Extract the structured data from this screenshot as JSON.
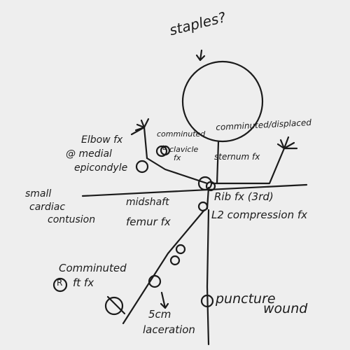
{
  "sketch": {
    "ink_color": "#1b1b1b",
    "paper_color": "#eeeeee",
    "labels": {
      "staples": "staples?",
      "comminuted_clavicle_line1": "comminuted",
      "comminuted_clavicle_line2": "clavicle",
      "comminuted_clavicle_line3": "fx",
      "comminuted_displaced": "comminuted/displaced",
      "sternum_fx": "sternum fx",
      "elbow_fx": "Elbow fx",
      "medial_epicondyle_line1": "@ medial",
      "medial_epicondyle_line2": "epicondyle",
      "small_cardiac_line1": "small",
      "small_cardiac_line2": "cardiac",
      "small_cardiac_line3": "contusion",
      "midshaft_line1": "midshaft",
      "midshaft_line2": "femur fx",
      "rib_fx": "Rib fx (3rd)",
      "l2_compression": "L2 compression fx",
      "comminuted_tib_line1": "Comminuted",
      "comminuted_tib_line2": "ft fx",
      "circled_l_top": "L",
      "circled_r_bottom": "R",
      "laceration_line1": "5cm",
      "laceration_line2": "laceration",
      "puncture_line1": "puncture",
      "puncture_line2": "wound"
    }
  }
}
